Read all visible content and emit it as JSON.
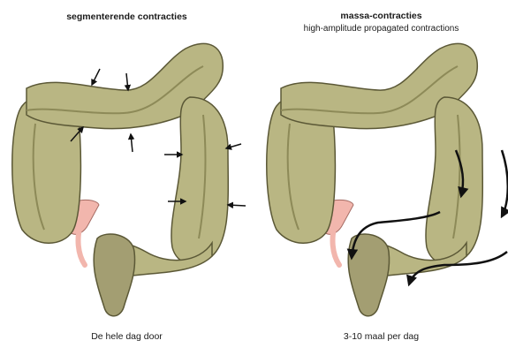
{
  "panels": [
    {
      "title": "segmenterende contracties",
      "subtitle": "",
      "caption": "De hele dag door"
    },
    {
      "title": "massa-contracties",
      "subtitle": "high-amplitude propagated contractions",
      "caption": "3-10 maal per dag"
    }
  ],
  "colors": {
    "colon_fill": "#b9b683",
    "colon_dark": "#8d8a58",
    "colon_outline": "#5b5836",
    "rectum_fill": "#a39e72",
    "appendix_fill": "#f2b6ad",
    "arrow": "#111111"
  }
}
